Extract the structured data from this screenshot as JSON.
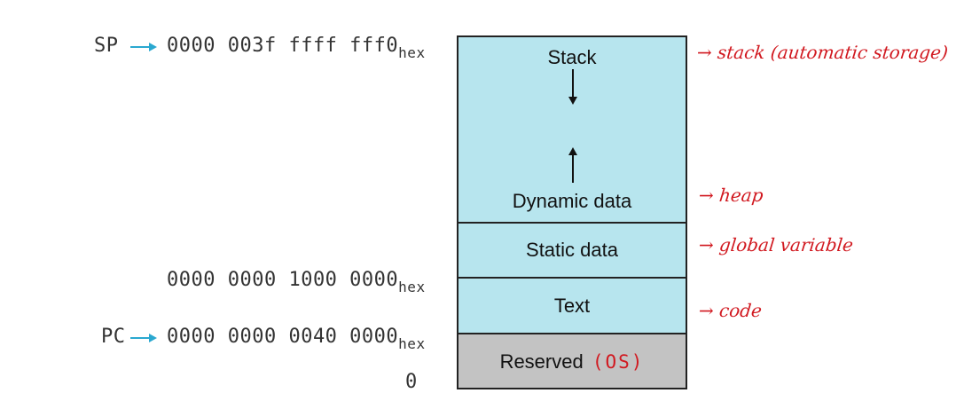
{
  "pointers": {
    "sp": "SP",
    "pc": "PC"
  },
  "addresses": {
    "stack_top": "0000 003f ffff fff0",
    "static_start": "0000 0000 1000 0000",
    "text_start": "0000 0000 0040 0000",
    "zero": "0",
    "hex_suffix": "hex"
  },
  "segments": {
    "stack": "Stack",
    "dynamic": "Dynamic data",
    "static": "Static data",
    "text": "Text",
    "reserved": "Reserved"
  },
  "annotations": {
    "stack": "→ stack (automatic storage)",
    "heap": "→ heap",
    "global": "→ global variable",
    "code": "→ code",
    "reserved_os": "(OS)"
  },
  "colors": {
    "segment_fill": "#b7e5ee",
    "reserved_fill": "#c3c3c3",
    "pointer_arrow": "#2aa8d0",
    "annotation_ink": "#d11920"
  }
}
